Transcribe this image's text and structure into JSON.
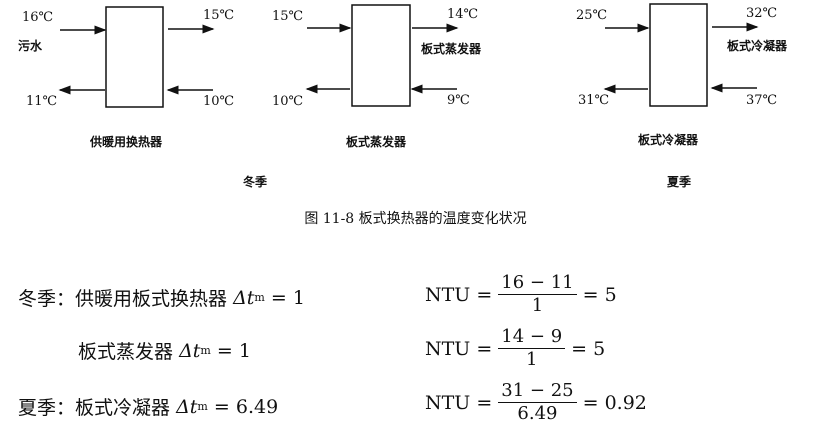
{
  "diagrams": [
    {
      "caption": "供暖用换热器",
      "in_top": "16℃",
      "fluid": "污水",
      "out_bottom": "11℃",
      "right_top": "15℃",
      "right_bottom": "10℃"
    },
    {
      "caption": "板式蒸发器",
      "left_top": "15℃",
      "left_bottom": "10℃",
      "right_top": "14℃",
      "right_label": "板式蒸发器",
      "right_bottom": "9℃"
    },
    {
      "caption": "板式冷凝器",
      "left_top": "25℃",
      "left_bottom": "31℃",
      "right_top": "32℃",
      "right_label": "板式冷凝器",
      "right_bottom": "37℃"
    }
  ],
  "season_winter": "冬季",
  "season_summer": "夏季",
  "figure_caption": "图 11-8   板式换热器的温度变化状况",
  "equations": [
    {
      "prefix": "冬季：供暖用板式换热器",
      "delta": "Δt",
      "sub": "m",
      "dt_value": "= 1",
      "ntu": "NTU =",
      "num": "16 − 11",
      "den": "1",
      "result": "= 5"
    },
    {
      "prefix": "板式蒸发器",
      "delta": "Δt",
      "sub": "m",
      "dt_value": "= 1",
      "ntu": "NTU =",
      "num": "14 − 9",
      "den": "1",
      "result": "= 5"
    },
    {
      "prefix": "夏季：板式冷凝器",
      "delta": "Δt",
      "sub": "m",
      "dt_value": "= 6.49",
      "ntu": "NTU =",
      "num": "31 − 25",
      "den": "6.49",
      "result": "= 0.92"
    }
  ]
}
